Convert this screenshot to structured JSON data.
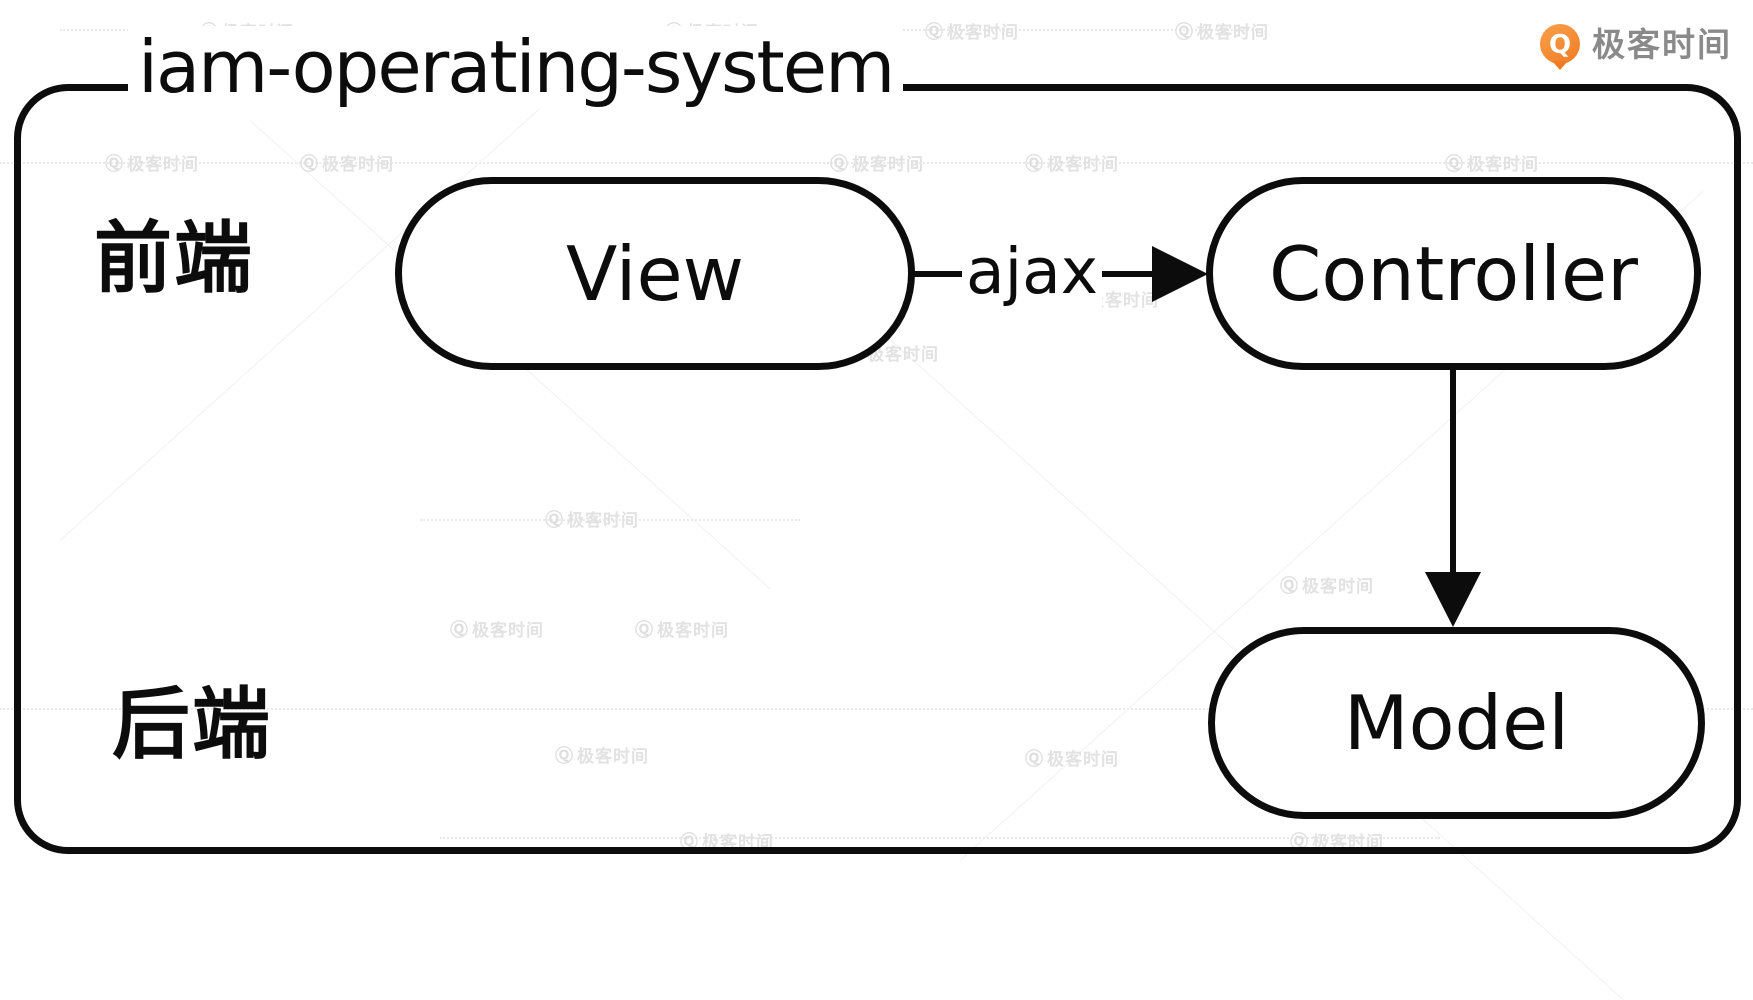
{
  "logo": {
    "brand_text": "极客时间",
    "icon_glyph": "Q",
    "accent_color": "#EF7C24",
    "text_color": "#8A8A8A"
  },
  "diagram": {
    "container_label": "iam-operating-system",
    "stroke_color": "#0C0C0C",
    "lanes": [
      {
        "id": "frontend",
        "label": "前端"
      },
      {
        "id": "backend",
        "label": "后端"
      }
    ],
    "nodes": [
      {
        "id": "view",
        "label": "View",
        "lane": "frontend"
      },
      {
        "id": "controller",
        "label": "Controller",
        "lane": "frontend"
      },
      {
        "id": "model",
        "label": "Model",
        "lane": "backend"
      }
    ],
    "edges": [
      {
        "from": "View",
        "to": "Controller",
        "label": "ajax",
        "direction": "right"
      },
      {
        "from": "Controller",
        "to": "Model",
        "label": "",
        "direction": "down"
      }
    ]
  },
  "watermark": {
    "icon_glyph": "Ⓠ",
    "text": "极客时间",
    "color": "#E2E2E2"
  }
}
